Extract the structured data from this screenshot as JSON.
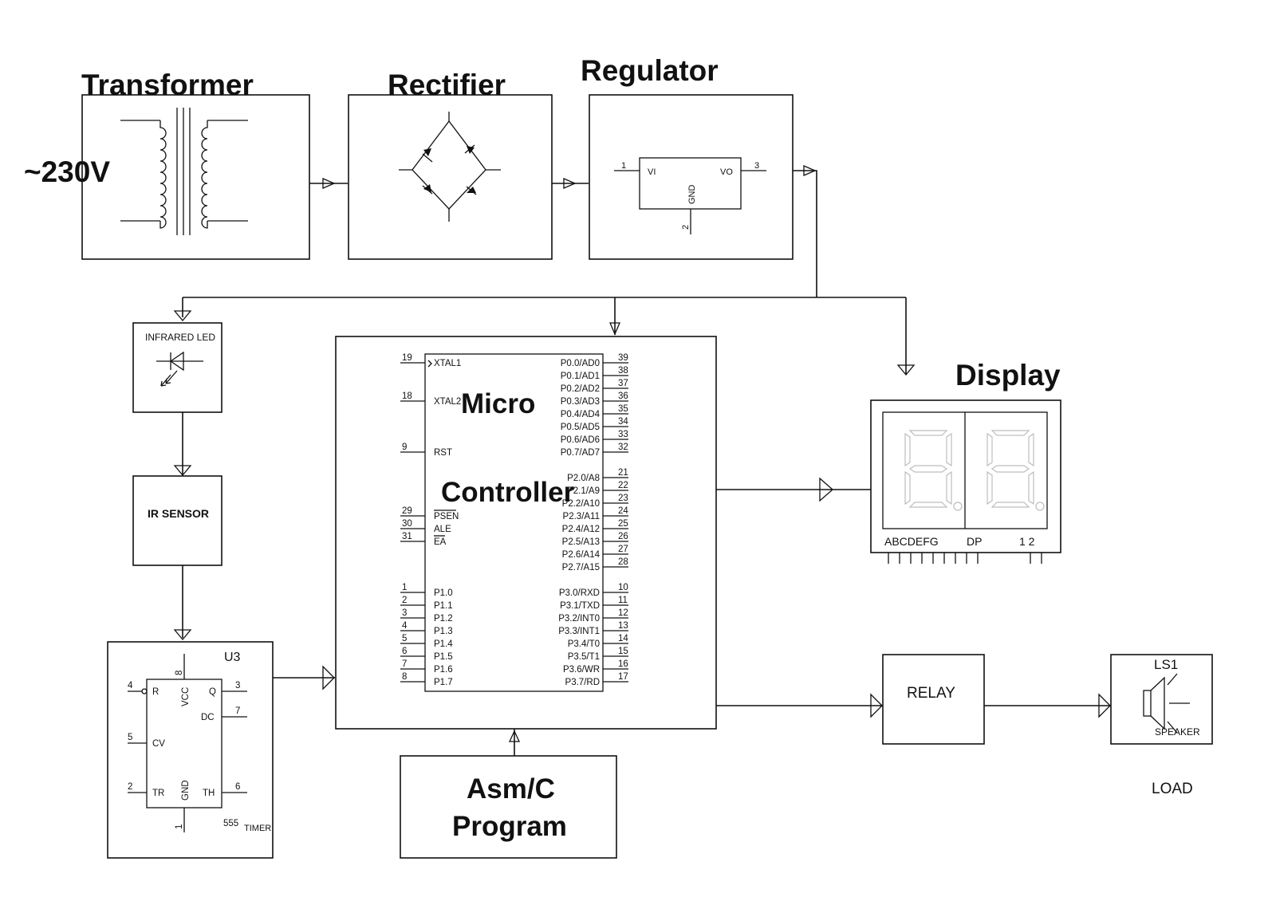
{
  "power": {
    "input_label": "~230V",
    "transformer": "Transformer",
    "rectifier": "Rectifier",
    "regulator": "Regulator",
    "reg_pin_in": "1",
    "reg_pin_out": "3",
    "reg_pin_gnd": "2",
    "reg_vi": "VI",
    "reg_vo": "VO",
    "reg_gnd": "GND"
  },
  "sensors": {
    "ir_led": "INFRARED LED",
    "ir_sensor": "IR SENSOR"
  },
  "timer": {
    "ref": "U3",
    "pin_r": "R",
    "pin_r_no": "4",
    "pin_cv": "CV",
    "pin_cv_no": "5",
    "pin_tr": "TR",
    "pin_tr_no": "2",
    "pin_vcc": "VCC",
    "pin_vcc_no": "8",
    "pin_gnd": "GND",
    "pin_gnd_no": "1",
    "pin_q": "Q",
    "pin_q_no": "3",
    "pin_dc": "DC",
    "pin_dc_no": "7",
    "pin_th": "TH",
    "pin_th_no": "6",
    "part": "555",
    "part_sub": "TIMER"
  },
  "mcu": {
    "title_line1": "Micro",
    "title_line2": "Controller",
    "left_pins": [
      {
        "no": "19",
        "name": "XTAL1"
      },
      {
        "no": "18",
        "name": "XTAL2"
      },
      {
        "no": "9",
        "name": "RST"
      },
      {
        "no": "29",
        "name": "PSEN"
      },
      {
        "no": "30",
        "name": "ALE"
      },
      {
        "no": "31",
        "name": "EA"
      },
      {
        "no": "1",
        "name": "P1.0"
      },
      {
        "no": "2",
        "name": "P1.1"
      },
      {
        "no": "3",
        "name": "P1.2"
      },
      {
        "no": "4",
        "name": "P1.3"
      },
      {
        "no": "5",
        "name": "P1.4"
      },
      {
        "no": "6",
        "name": "P1.5"
      },
      {
        "no": "7",
        "name": "P1.6"
      },
      {
        "no": "8",
        "name": "P1.7"
      }
    ],
    "right_pins": [
      {
        "no": "39",
        "name": "P0.0/AD0"
      },
      {
        "no": "38",
        "name": "P0.1/AD1"
      },
      {
        "no": "37",
        "name": "P0.2/AD2"
      },
      {
        "no": "36",
        "name": "P0.3/AD3"
      },
      {
        "no": "35",
        "name": "P0.4/AD4"
      },
      {
        "no": "34",
        "name": "P0.5/AD5"
      },
      {
        "no": "33",
        "name": "P0.6/AD6"
      },
      {
        "no": "32",
        "name": "P0.7/AD7"
      },
      {
        "no": "21",
        "name": "P2.0/A8"
      },
      {
        "no": "22",
        "name": "P2.1/A9"
      },
      {
        "no": "23",
        "name": "P2.2/A10"
      },
      {
        "no": "24",
        "name": "P2.3/A11"
      },
      {
        "no": "25",
        "name": "P2.4/A12"
      },
      {
        "no": "26",
        "name": "P2.5/A13"
      },
      {
        "no": "27",
        "name": "P2.6/A14"
      },
      {
        "no": "28",
        "name": "P2.7/A15"
      },
      {
        "no": "10",
        "name": "P3.0/RXD"
      },
      {
        "no": "11",
        "name": "P3.1/TXD"
      },
      {
        "no": "12",
        "name": "P3.2/INT0"
      },
      {
        "no": "13",
        "name": "P3.3/INT1"
      },
      {
        "no": "14",
        "name": "P3.4/T0"
      },
      {
        "no": "15",
        "name": "P3.5/T1"
      },
      {
        "no": "16",
        "name": "P3.6/WR"
      },
      {
        "no": "17",
        "name": "P3.7/RD"
      }
    ]
  },
  "program": {
    "line1": "Asm/C",
    "line2": "Program"
  },
  "display": {
    "title": "Display",
    "seg_label": "ABCDEFG",
    "dp_label": "DP",
    "digit_label": "1 2"
  },
  "relay": {
    "label": "RELAY"
  },
  "load": {
    "ref": "LS1",
    "speaker": "SPEAKER",
    "label": "LOAD"
  }
}
